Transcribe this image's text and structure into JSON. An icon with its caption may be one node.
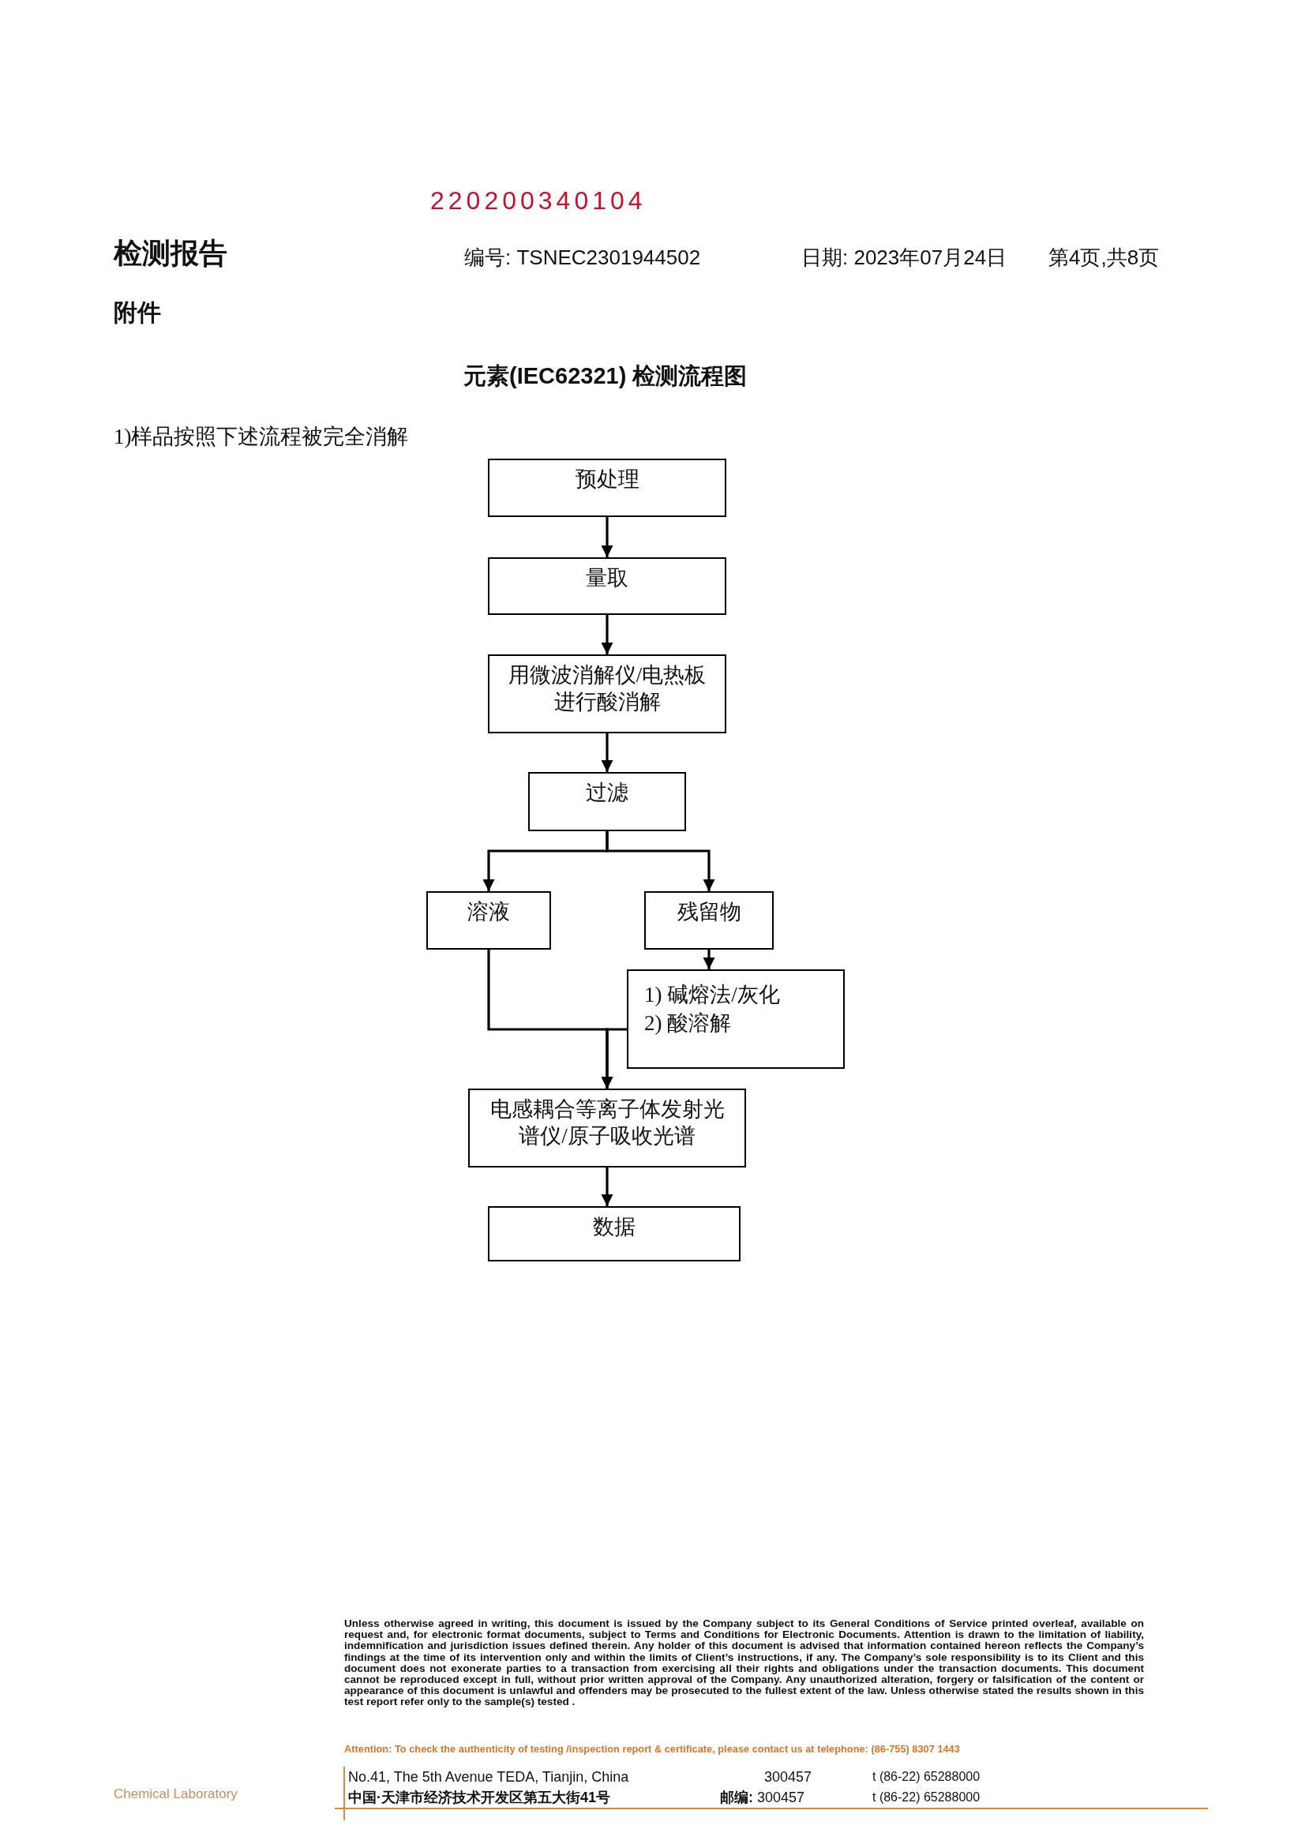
{
  "diagram": {
    "title": "元素(IEC62321) 检测流程图",
    "nodes": [
      {
        "text": [
          "预处理"
        ]
      },
      {
        "text": [
          "量取"
        ]
      },
      {
        "text": [
          "用微波消解仪/电热板进行酸消解"
        ]
      },
      {
        "text": [
          "过滤"
        ]
      },
      {
        "text": [
          "溶液"
        ]
      },
      {
        "text": [
          "残留物"
        ]
      },
      {
        "text": [
          "1) 碱熔法/灰化",
          "2) 酸溶解"
        ]
      },
      {
        "text": [
          "电感耦合等离子体发射光谱仪/原子吸收光谱"
        ]
      },
      {
        "text": [
          "数据"
        ]
      }
    ],
    "edges": [
      {
        "from": 0,
        "to": 1,
        "arrow": "to"
      },
      {
        "from": 1,
        "to": 2,
        "arrow": "to"
      },
      {
        "from": 2,
        "to": 3,
        "arrow": "to"
      },
      {
        "from": 3,
        "to": 4,
        "arrow": "to"
      },
      {
        "from": 3,
        "to": 5,
        "arrow": "to"
      },
      {
        "from": 5,
        "to": 6,
        "arrow": "to"
      },
      {
        "from": 4,
        "to": 7,
        "arrow": "to"
      },
      {
        "from": 6,
        "to": 7,
        "arrow": "to"
      },
      {
        "from": 7,
        "to": 8,
        "arrow": "to"
      }
    ],
    "labels": [
      "220200340104",
      "检测报告",
      "编号: TSNEC2301944502",
      "日期: 2023年07月24日",
      "第4页,共8页",
      "附件",
      "1)样品按照下述流程被完全消解",
      "Unless otherwise agreed in writing, this document is issued by the Company subject to its General Conditions of Service printed overleaf, available on request and, for electronic format documents, subject to Terms and Conditions for Electronic Documents. Attention is drawn to the limitation of liability, indemnification and jurisdiction issues defined therein. Any holder of this document is advised that information contained hereon reflects the Company’s findings at the time of its intervention only and within the limits of Client’s instructions, if any. The Company’s sole responsibility is to its Client and this document does not exonerate parties to a transaction from exercising all their rights and obligations under the transaction documents. This document cannot be reproduced except in full, without prior written approval of the Company. Any unauthorized alteration, forgery or falsification of the content or appearance of this document is unlawful and offenders may be prosecuted to the fullest extent of the law. Unless otherwise stated the results shown in this test report refer only to the sample(s) tested .",
      "Attention: To check the authenticity of testing /inspection report & certificate, please contact us at telephone: (86-755) 8307 1443",
      "No.41, The 5th Avenue TEDA, Tianjin, China",
      "300457",
      "t (86-22) 65288000",
      "Chemical Laboratory",
      "中国·天津市经济技术开发区第五大街41号",
      "**邮编:** 300457",
      "t (86-22) 65288000"
    ]
  }
}
